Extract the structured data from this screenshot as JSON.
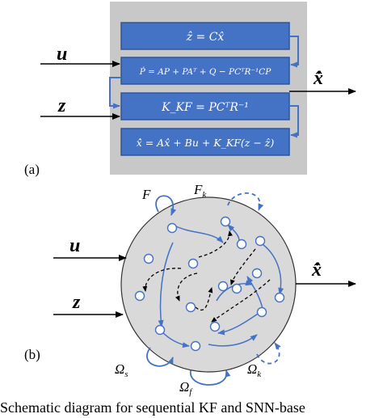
{
  "panel_a": {
    "label": "(a)",
    "inputs": [
      "u",
      "z"
    ],
    "output": "x̂̇",
    "blocks": [
      "ẑ = Cx̂",
      "Ṗ = AP + PAᵀ + Q − PCᵀR⁻¹CP",
      "K_KF = PCᵀR⁻¹",
      "x̂̇ = Ax̂ + Bu + K_KF(z − ẑ)"
    ]
  },
  "panel_b": {
    "label": "(b)",
    "inputs": [
      "u",
      "z"
    ],
    "output": "x̂̇",
    "loop_labels": {
      "F": "F",
      "F_k": "F",
      "F_k_sub": "k",
      "omega_s": "Ω",
      "omega_s_sub": "s",
      "omega_f": "Ω",
      "omega_f_sub": "f",
      "omega_k": "Ω",
      "omega_k_sub": "k"
    }
  },
  "caption": "Schematic diagram for sequential KF and SNN-base",
  "colors": {
    "block_fill": "#4472c4",
    "block_border": "#2f5597",
    "panel_bg": "#c8c8c8",
    "circle_fill": "#d9d9d9",
    "blue_arrow": "#4472c4"
  }
}
